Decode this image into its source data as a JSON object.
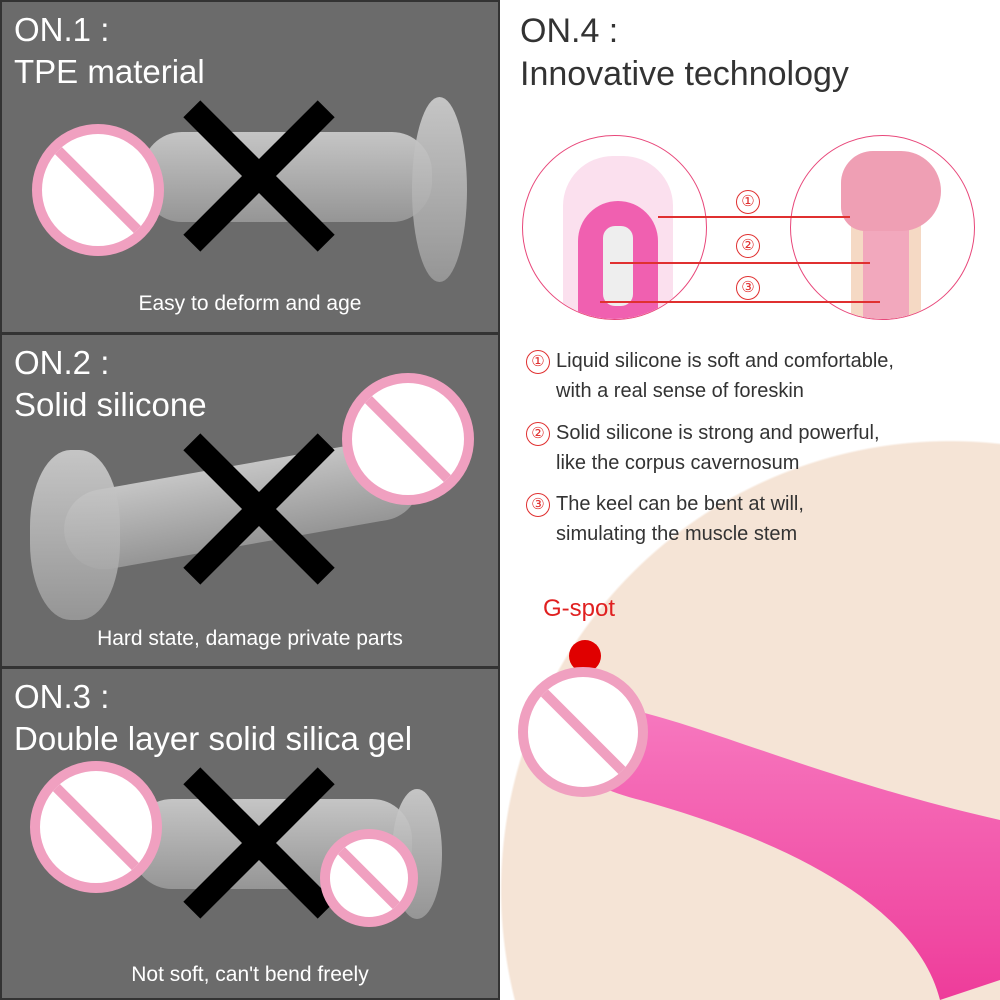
{
  "panels": [
    {
      "number": "ON.1 :",
      "title": "TPE material",
      "caption": "Easy to deform and age"
    },
    {
      "number": "ON.2 :",
      "title": "Solid silicone",
      "caption": "Hard state, damage private parts"
    },
    {
      "number": "ON.3 :",
      "title": "Double layer solid silica gel",
      "caption": "Not soft, can't bend freely"
    }
  ],
  "right": {
    "number": "ON.4 :",
    "title": "Innovative technology",
    "markers": [
      "①",
      "②",
      "③"
    ],
    "features": [
      {
        "marker": "①",
        "line1": "Liquid silicone is soft and comfortable,",
        "line2": "with a real sense of foreskin"
      },
      {
        "marker": "②",
        "line1": "Solid silicone is strong and powerful,",
        "line2": "like the corpus cavernosum"
      },
      {
        "marker": "③",
        "line1": "The keel can be bent at will,",
        "line2": "simulating the muscle stem"
      }
    ],
    "gspot": "G-spot"
  },
  "colors": {
    "panel": "#6b6b6b",
    "accent": "#e03030",
    "pink": "#f0a0c0",
    "beige": "#f5e4d6"
  }
}
